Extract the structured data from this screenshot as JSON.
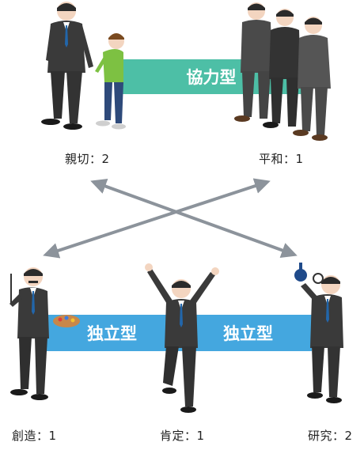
{
  "bands": {
    "cooperative": "協力型",
    "independent_left": "独立型",
    "independent_right": "独立型"
  },
  "labels": {
    "kindness": "親切：2",
    "peace": "平和：1",
    "creation": "創造：1",
    "affirmation": "肯定：1",
    "research": "研究：2"
  },
  "colors": {
    "cooperative_band": "#4dbfa6",
    "independent_band": "#44a7df",
    "arrow": "#8c939b",
    "suit": "#3a3a3a",
    "suit_light": "#555555"
  }
}
